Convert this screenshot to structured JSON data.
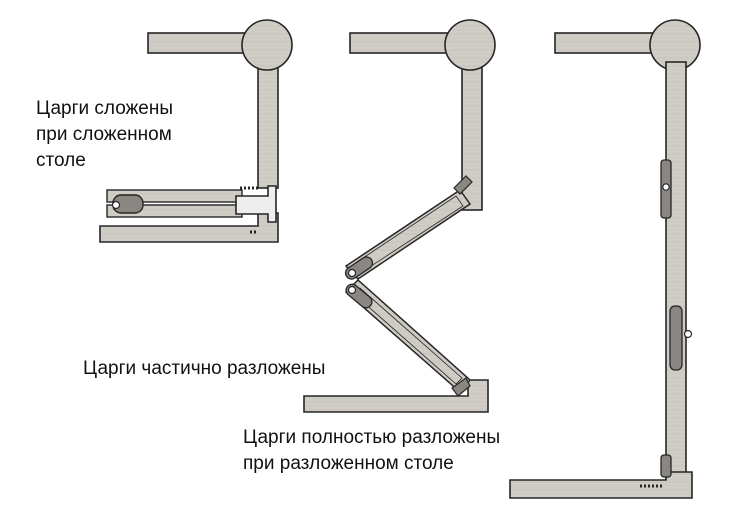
{
  "colors": {
    "wood": "#d0ccc6",
    "wood_dark": "#b9b4ad",
    "outline": "#262626",
    "background": "#ffffff",
    "text": "#111111"
  },
  "labels": {
    "folded": [
      "Царги сложены",
      "при сложенном",
      "столе"
    ],
    "partial": [
      "Царги частично разложены"
    ],
    "unfolded": [
      "Царги полностью разложены",
      "при разложенном столе"
    ]
  }
}
